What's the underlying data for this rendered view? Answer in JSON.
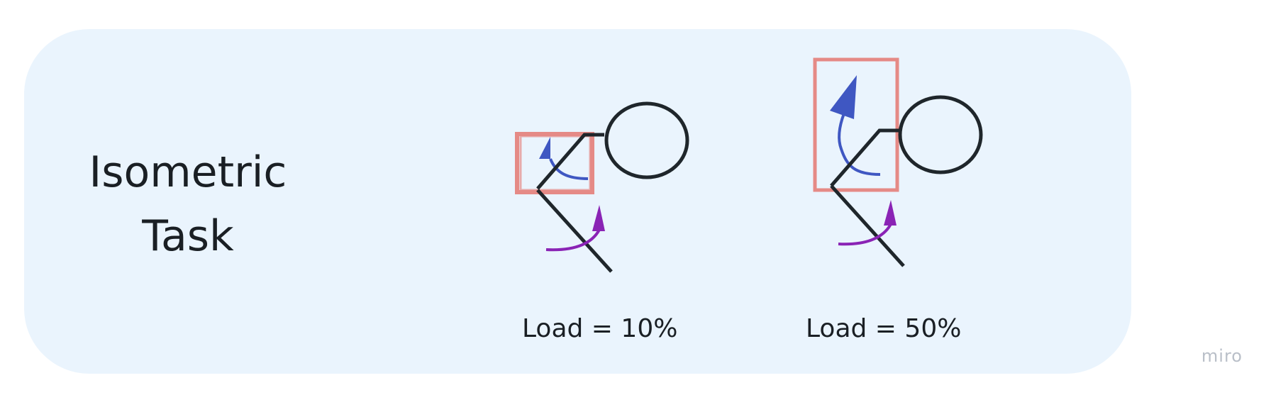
{
  "title": {
    "line1": "Isometric",
    "line2": "Task"
  },
  "figures": [
    {
      "caption": "Load = 10%",
      "load_fraction": 0.1
    },
    {
      "caption": "Load = 50%",
      "load_fraction": 0.5
    }
  ],
  "watermark": "miro",
  "colors": {
    "panel": "#eaf4fd",
    "text": "#1a1f24",
    "limb": "#1f262b",
    "box": "#e58a86",
    "blue_arrow": "#3f57c2",
    "purple_arrow": "#8a23b5",
    "watermark": "#b9bfc8"
  }
}
